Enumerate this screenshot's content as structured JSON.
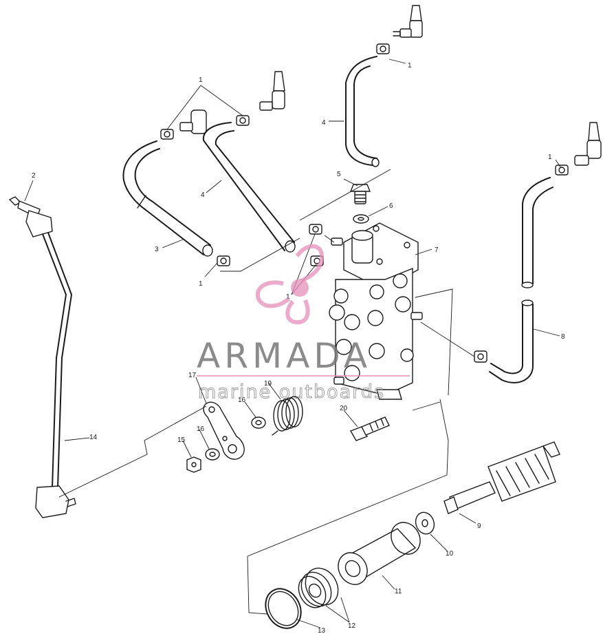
{
  "watermark": {
    "brand": "ARMADA",
    "tagline": "marine outboards",
    "colors": {
      "logo": "#e58fb8",
      "brand_text": "#777777"
    }
  },
  "part_labels": [
    {
      "id": "label-1-top-right",
      "text": "1"
    },
    {
      "id": "label-1-top-left",
      "text": "1"
    },
    {
      "id": "label-1-right",
      "text": "1"
    },
    {
      "id": "label-1-bottom-left",
      "text": "1"
    },
    {
      "id": "label-1-center",
      "text": "1"
    },
    {
      "id": "label-2",
      "text": "2"
    },
    {
      "id": "label-3",
      "text": "3"
    },
    {
      "id": "label-4-left",
      "text": "4"
    },
    {
      "id": "label-4-top",
      "text": "4"
    },
    {
      "id": "label-5",
      "text": "5"
    },
    {
      "id": "label-6",
      "text": "6"
    },
    {
      "id": "label-7",
      "text": "7"
    },
    {
      "id": "label-8",
      "text": "8"
    },
    {
      "id": "label-9",
      "text": "9"
    },
    {
      "id": "label-10",
      "text": "10"
    },
    {
      "id": "label-11",
      "text": "11"
    },
    {
      "id": "label-12",
      "text": "12"
    },
    {
      "id": "label-13",
      "text": "13"
    },
    {
      "id": "label-14",
      "text": "14"
    },
    {
      "id": "label-15",
      "text": "15"
    },
    {
      "id": "label-16a",
      "text": "16"
    },
    {
      "id": "label-16b",
      "text": "16"
    },
    {
      "id": "label-17",
      "text": "17"
    },
    {
      "id": "label-19",
      "text": "19"
    },
    {
      "id": "label-20",
      "text": "20"
    }
  ]
}
